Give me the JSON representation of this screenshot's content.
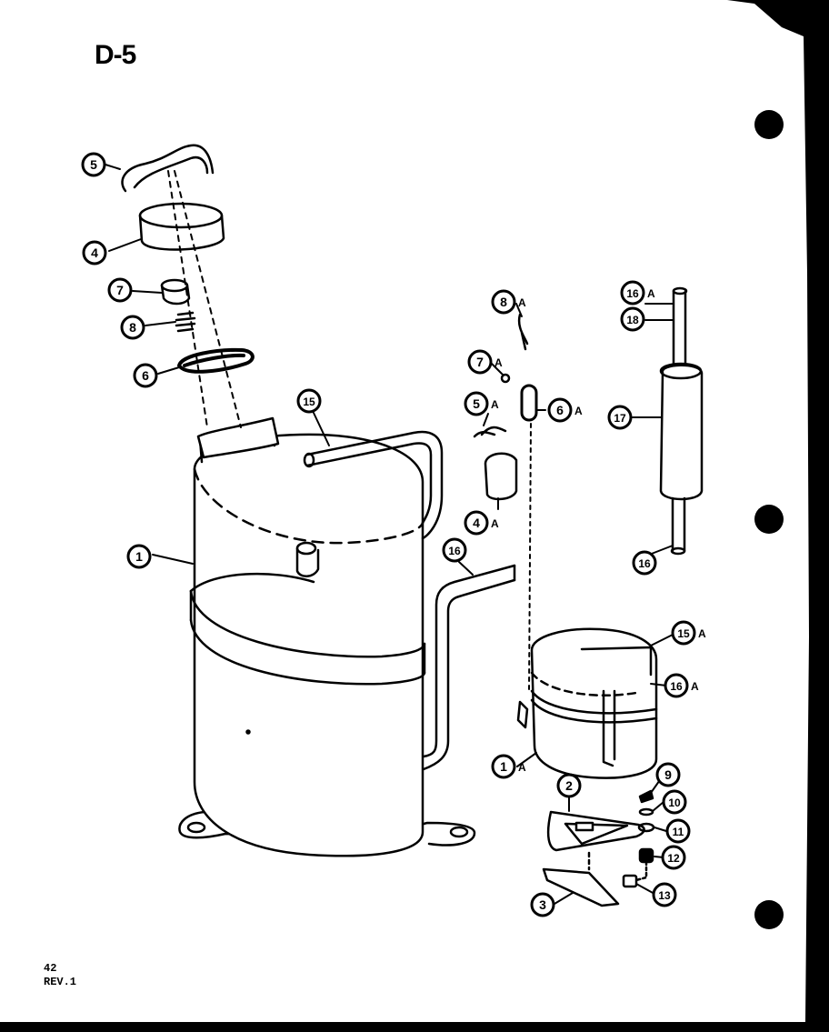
{
  "page": {
    "diagram_code": "D-5",
    "page_number": "42",
    "revision": "REV.1"
  },
  "callouts": [
    {
      "id": "c5",
      "num": "5",
      "suffix": ""
    },
    {
      "id": "c4",
      "num": "4",
      "suffix": ""
    },
    {
      "id": "c7",
      "num": "7",
      "suffix": ""
    },
    {
      "id": "c8",
      "num": "8",
      "suffix": ""
    },
    {
      "id": "c6",
      "num": "6",
      "suffix": ""
    },
    {
      "id": "c15",
      "num": "15",
      "suffix": ""
    },
    {
      "id": "c1",
      "num": "1",
      "suffix": ""
    },
    {
      "id": "c16",
      "num": "16",
      "suffix": ""
    },
    {
      "id": "c8a",
      "num": "8",
      "suffix": "A"
    },
    {
      "id": "c7a",
      "num": "7",
      "suffix": "A"
    },
    {
      "id": "c5a",
      "num": "5",
      "suffix": "A"
    },
    {
      "id": "c6a",
      "num": "6",
      "suffix": "A"
    },
    {
      "id": "c4a",
      "num": "4",
      "suffix": "A"
    },
    {
      "id": "c16a",
      "num": "16",
      "suffix": "A"
    },
    {
      "id": "c18",
      "num": "18",
      "suffix": ""
    },
    {
      "id": "c17",
      "num": "17",
      "suffix": ""
    },
    {
      "id": "c16b",
      "num": "16",
      "suffix": ""
    },
    {
      "id": "c15a",
      "num": "15",
      "suffix": "A"
    },
    {
      "id": "c16c",
      "num": "16",
      "suffix": "A"
    },
    {
      "id": "c1a",
      "num": "1",
      "suffix": "A"
    },
    {
      "id": "c2",
      "num": "2",
      "suffix": ""
    },
    {
      "id": "c9",
      "num": "9",
      "suffix": ""
    },
    {
      "id": "c10",
      "num": "10",
      "suffix": ""
    },
    {
      "id": "c11",
      "num": "11",
      "suffix": ""
    },
    {
      "id": "c12",
      "num": "12",
      "suffix": ""
    },
    {
      "id": "c3",
      "num": "3",
      "suffix": ""
    },
    {
      "id": "c13",
      "num": "13",
      "suffix": ""
    }
  ]
}
